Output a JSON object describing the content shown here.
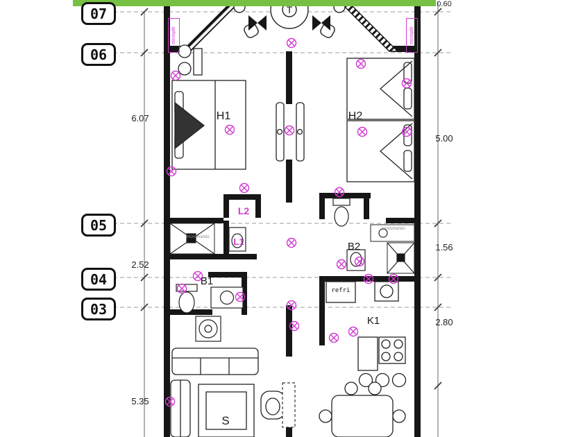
{
  "palette": {
    "green": "#76c043",
    "magenta": "#d23bd2",
    "wall": "#161616"
  },
  "grid_bubbles": [
    {
      "label": "07"
    },
    {
      "label": "06"
    },
    {
      "label": "05"
    },
    {
      "label": "04"
    },
    {
      "label": "03"
    }
  ],
  "dims_left": [
    {
      "label": "6.07"
    },
    {
      "label": "2.52"
    },
    {
      "label": "5.35"
    }
  ],
  "dims_right": [
    {
      "label": "0.60"
    },
    {
      "label": "5.00"
    },
    {
      "label": "1.56"
    },
    {
      "label": "2.80"
    }
  ],
  "rooms": {
    "terrace": "T",
    "bedroom_1": "H1",
    "bedroom_2": "H2",
    "closet": "L2",
    "laundry": "L1",
    "bathroom_1": "B1",
    "bathroom_2": "B2",
    "kitchen": "K1",
    "living": "S"
  },
  "annotations": {
    "minisplit": "minisplit",
    "fridge": "refri",
    "faucet": "monomando"
  }
}
